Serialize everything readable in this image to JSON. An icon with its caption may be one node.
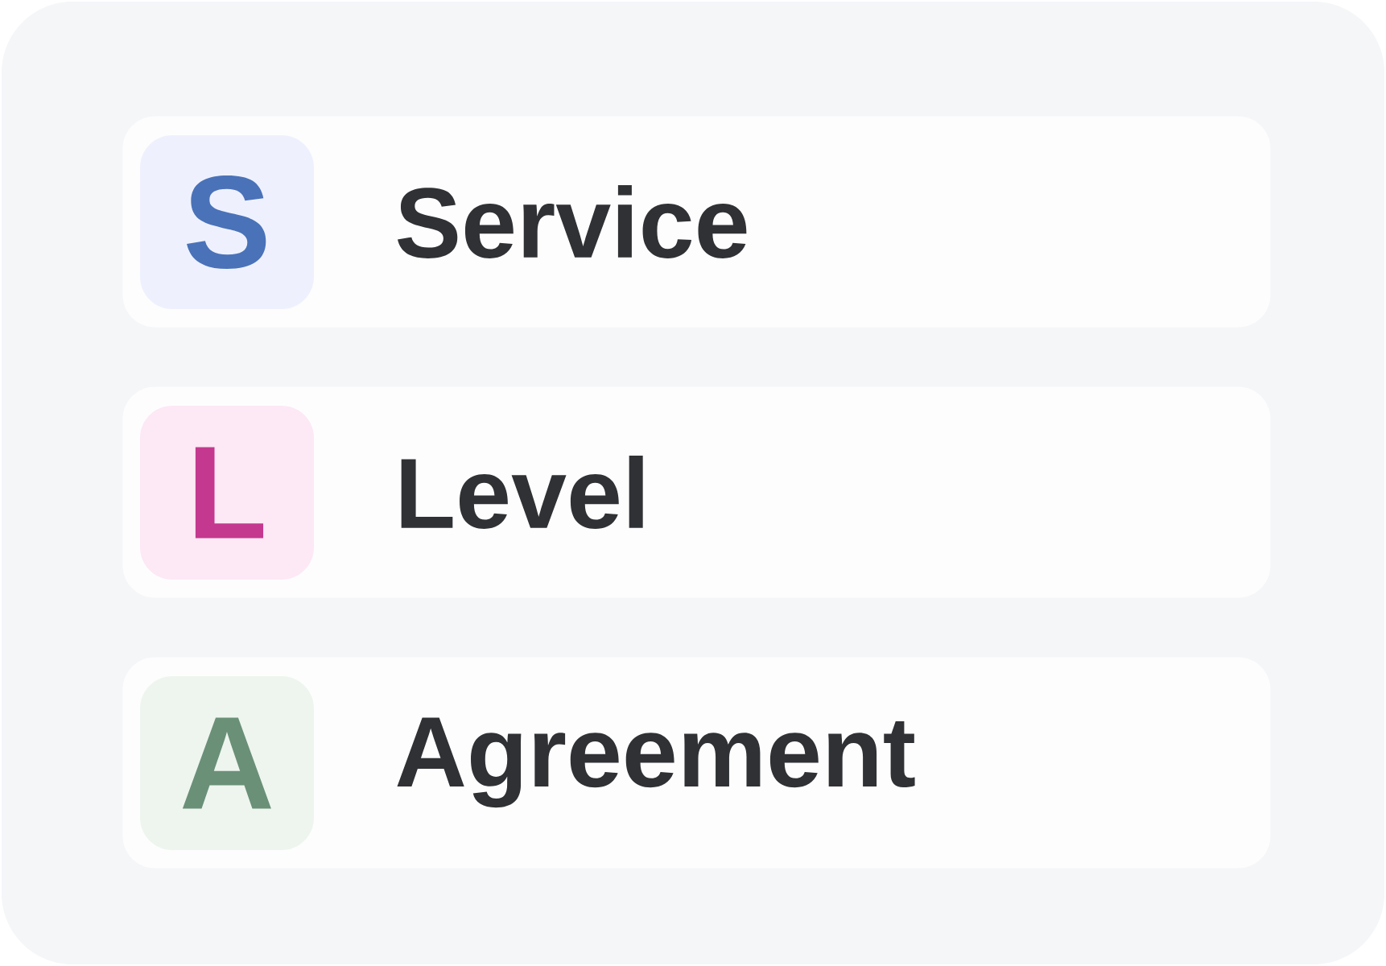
{
  "diagram": {
    "nodes": [
      {
        "text": [
          "Service"
        ]
      },
      {
        "text": [
          "S"
        ],
        "in": 0
      },
      {
        "text": [
          "Level"
        ]
      },
      {
        "text": [
          "L"
        ],
        "in": 2
      },
      {
        "text": [
          "Agreement"
        ]
      },
      {
        "text": [
          "A"
        ],
        "in": 4
      }
    ]
  }
}
